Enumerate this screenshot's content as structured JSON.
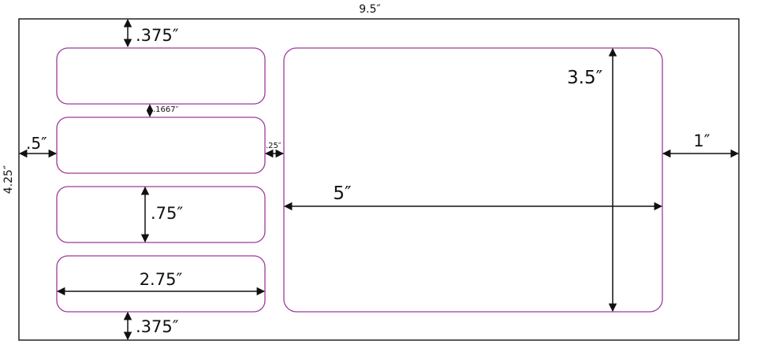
{
  "sheet": {
    "width_label": "9.5″",
    "height_label": "4.25″"
  },
  "labels": {
    "label_colour": "#9b3a9b",
    "small_count": 4,
    "large_count": 1
  },
  "dimensions": {
    "top_margin": ".375″",
    "gap_between_labels": ".1667″",
    "left_margin": ".5″",
    "column_gap": ".25″",
    "small_label_height": ".75″",
    "small_label_width": "2.75″",
    "bottom_margin": ".375″",
    "large_label_height": "3.5″",
    "large_label_width": "5″",
    "right_margin": "1″"
  }
}
